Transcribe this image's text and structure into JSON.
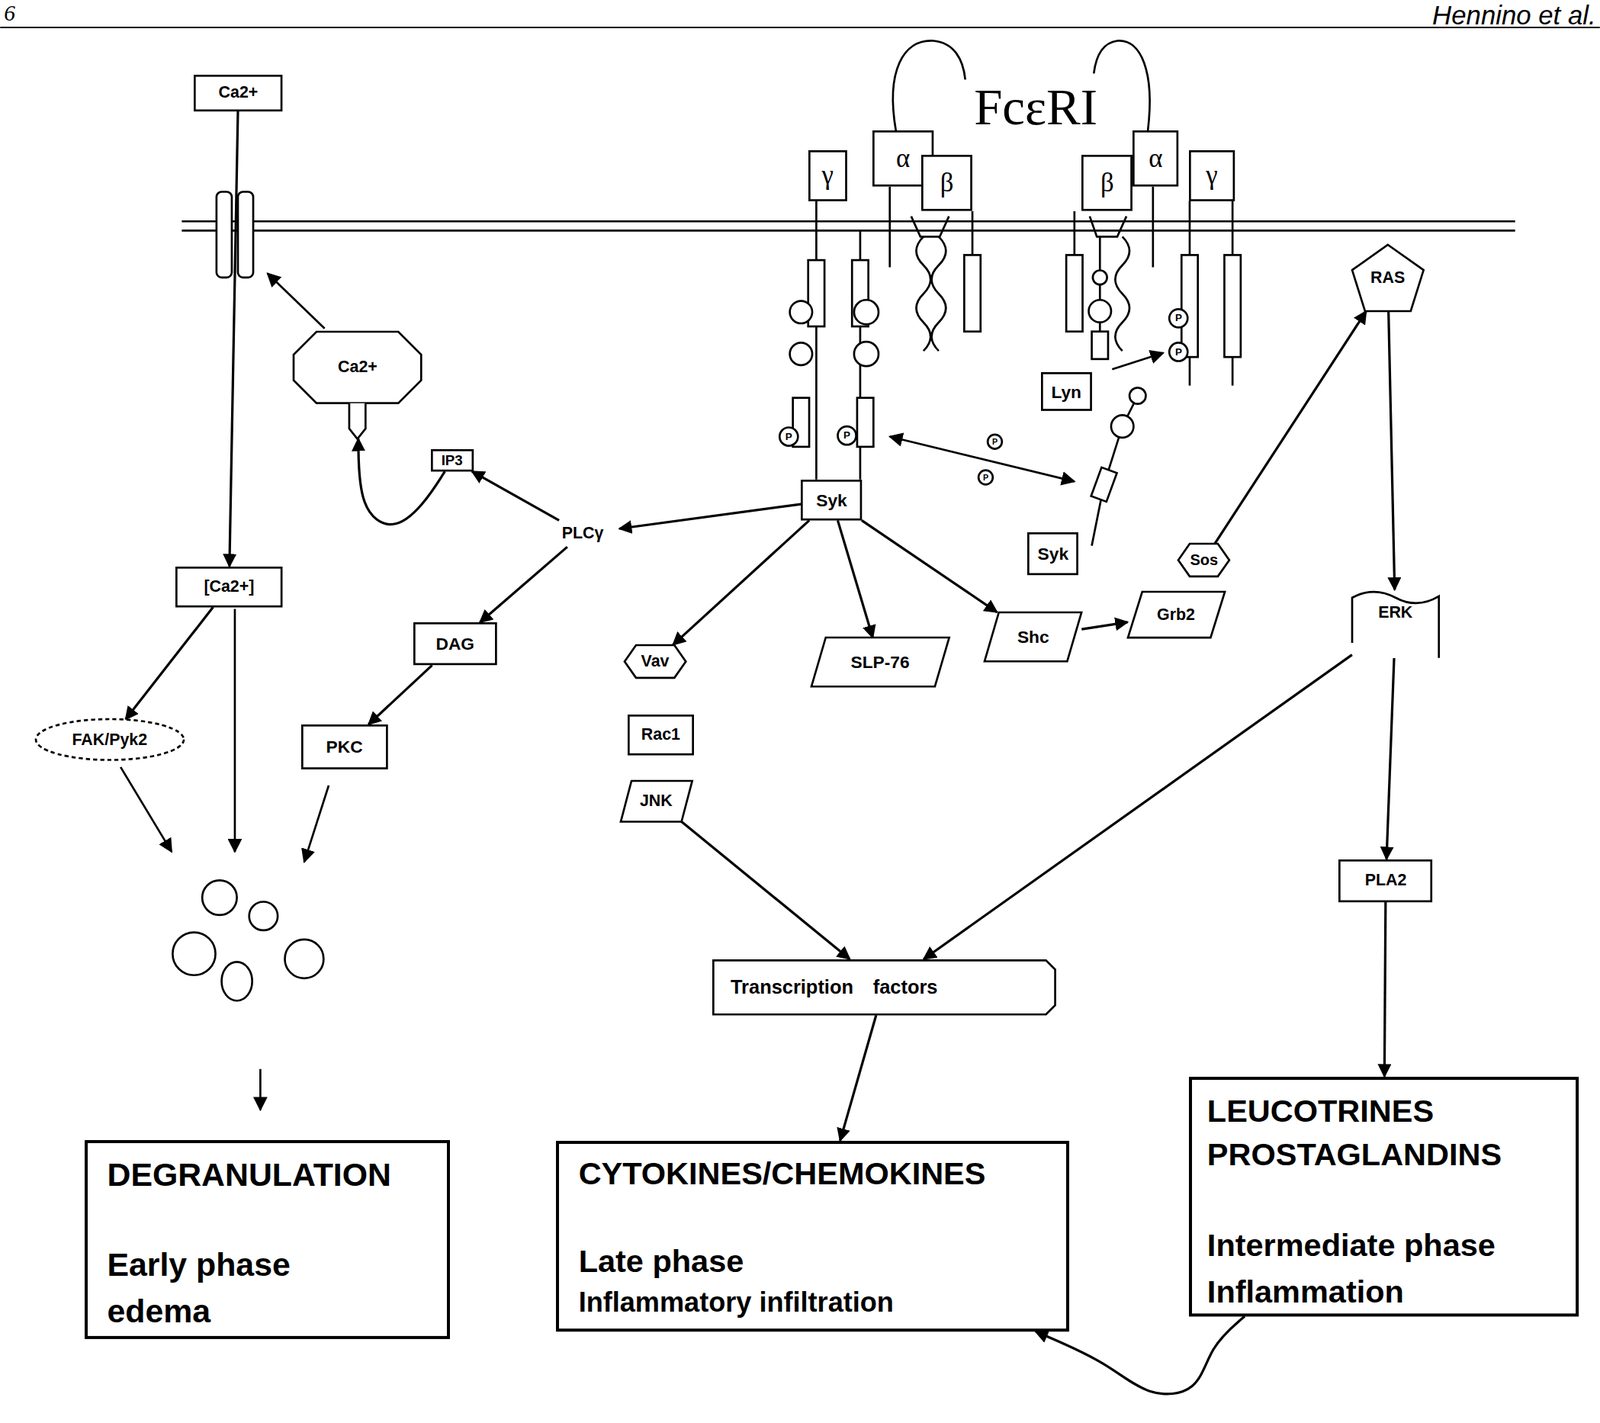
{
  "diagram": {
    "nodes": [
      {
        "text": [
          "Ca2+"
        ]
      },
      {
        "text": [
          "γ"
        ]
      },
      {
        "text": [
          "α"
        ]
      },
      {
        "text": [
          "β"
        ]
      },
      {
        "text": [
          "β"
        ]
      },
      {
        "text": [
          "α"
        ]
      },
      {
        "text": [
          "γ"
        ]
      },
      {
        "text": [
          "Ca2+"
        ]
      },
      {
        "text": [
          "IP3"
        ]
      },
      {
        "text": [
          "PLCγ"
        ]
      },
      {
        "text": [
          "Syk"
        ]
      },
      {
        "text": [
          "Lyn"
        ]
      },
      {
        "text": [
          "Syk"
        ]
      },
      {
        "text": [
          "RAS"
        ]
      },
      {
        "text": [
          "[Ca2+]"
        ]
      },
      {
        "text": [
          "FAK/Pyk2"
        ]
      },
      {
        "text": [
          "DAG"
        ]
      },
      {
        "text": [
          "PKC"
        ]
      },
      {
        "text": [
          "Vav"
        ]
      },
      {
        "text": [
          "SLP-76"
        ]
      },
      {
        "text": [
          "Shc"
        ]
      },
      {
        "text": [
          "Sos"
        ]
      },
      {
        "text": [
          "Grb2"
        ]
      },
      {
        "text": [
          "ERK"
        ]
      },
      {
        "text": [
          "Rac1"
        ]
      },
      {
        "text": [
          "JNK"
        ]
      },
      {
        "text": [
          "PLA2"
        ]
      },
      {
        "text": [
          "Transcription factors"
        ]
      },
      {
        "text": [
          "DEGRANULATION",
          "Early phase edema"
        ]
      },
      {
        "text": [
          "CYTOKINES/CHEMOKINES",
          "Late phase",
          "Inflammatory infiltration"
        ]
      },
      {
        "text": [
          "LEUCOTRINES PROSTAGLANDINS",
          "Intermediate phase Inflammation"
        ]
      }
    ],
    "edges": [
      {
        "from": 0,
        "to": 14,
        "arrow": "to"
      },
      {
        "from": 8,
        "to": 7,
        "arrow": "to"
      },
      {
        "from": 9,
        "to": 8,
        "arrow": "to"
      },
      {
        "from": 10,
        "to": 9,
        "arrow": "to"
      },
      {
        "from": 9,
        "to": 16,
        "arrow": "to"
      },
      {
        "from": 16,
        "to": 17,
        "arrow": "to"
      },
      {
        "from": 14,
        "to": 15,
        "arrow": "to"
      },
      {
        "from": 10,
        "to": 18,
        "arrow": "to"
      },
      {
        "from": 10,
        "to": 19,
        "arrow": "to"
      },
      {
        "from": 10,
        "to": 20,
        "arrow": "to"
      },
      {
        "from": 20,
        "to": 22,
        "arrow": "to"
      },
      {
        "from": 21,
        "to": 13,
        "arrow": "to"
      },
      {
        "from": 13,
        "to": 23,
        "arrow": "to"
      },
      {
        "from": 23,
        "to": 26,
        "arrow": "to"
      },
      {
        "from": 26,
        "to": 30,
        "arrow": "to"
      },
      {
        "from": 23,
        "to": 27,
        "arrow": "to"
      },
      {
        "from": 25,
        "to": 27,
        "arrow": "to"
      },
      {
        "from": 27,
        "to": 29,
        "arrow": "to"
      },
      {
        "from": 30,
        "to": 29,
        "arrow": "to"
      }
    ],
    "labels": [
      "6",
      "Hennino et al.",
      "FcεRI",
      "P",
      "P",
      "P",
      "P",
      "P",
      "P"
    ]
  }
}
